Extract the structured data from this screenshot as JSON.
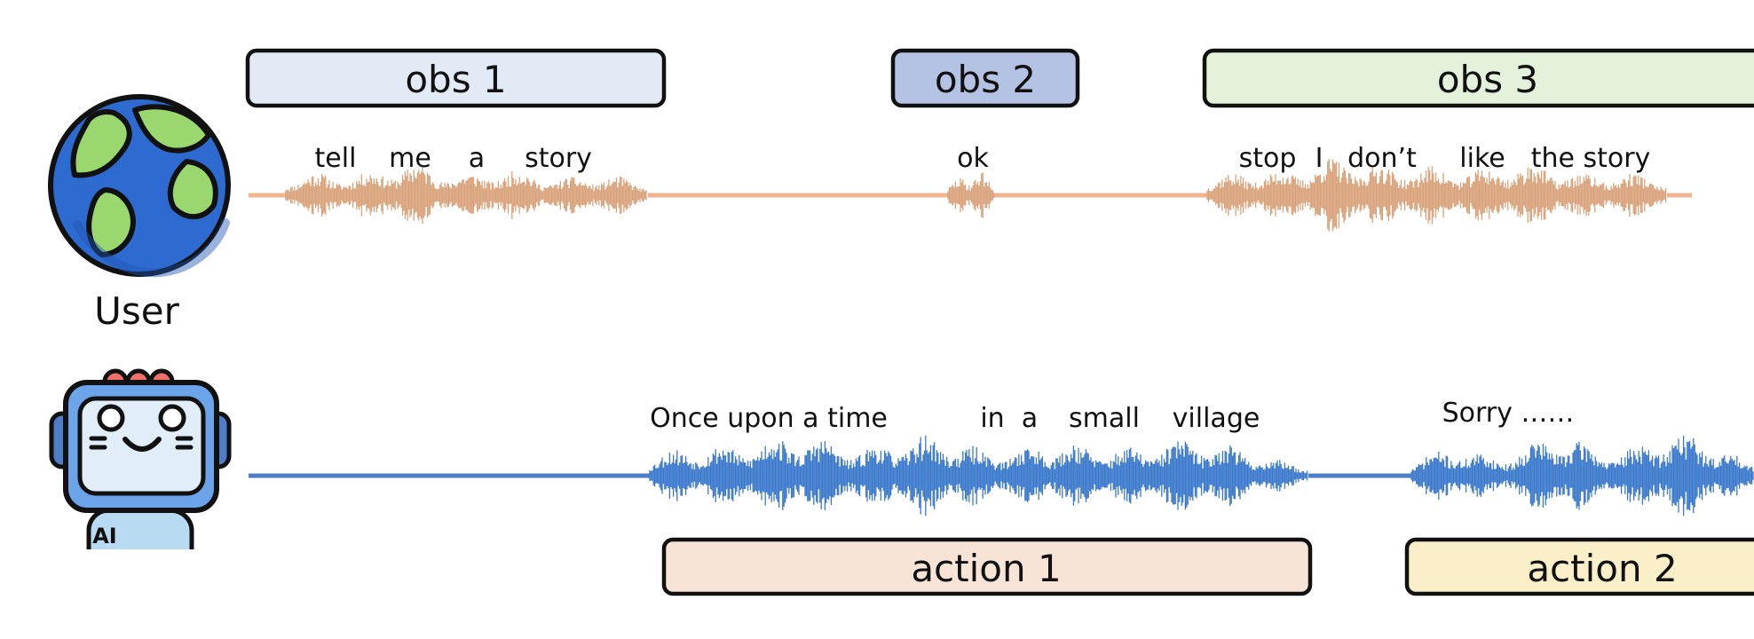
{
  "user": {
    "label": "User",
    "words": [
      "tell",
      "me",
      "a",
      "story",
      "ok",
      "stop",
      "I",
      "don’t",
      "like",
      "the story"
    ]
  },
  "ai": {
    "badge": "AI",
    "words": [
      "Once upon a time",
      "in",
      "a",
      "small",
      "village",
      "Sorry ……"
    ]
  },
  "observations": [
    "obs 1",
    "obs 2",
    "obs 3"
  ],
  "actions": [
    "action 1",
    "action 2"
  ],
  "colors": {
    "user_wave": "#d9a27a",
    "user_line": "#f0b48e",
    "ai_wave": "#3a78cc",
    "ai_line": "#4f7ec8",
    "obs1_fill": "#e2ebf5",
    "obs2_fill": "#b4c2e3",
    "obs3_fill": "#e4f2dc",
    "action1_fill": "#f7e4d6",
    "action2_fill": "#fbefca",
    "outline": "#111111"
  },
  "icons": {
    "user": "globe-icon",
    "ai": "robot-icon"
  }
}
